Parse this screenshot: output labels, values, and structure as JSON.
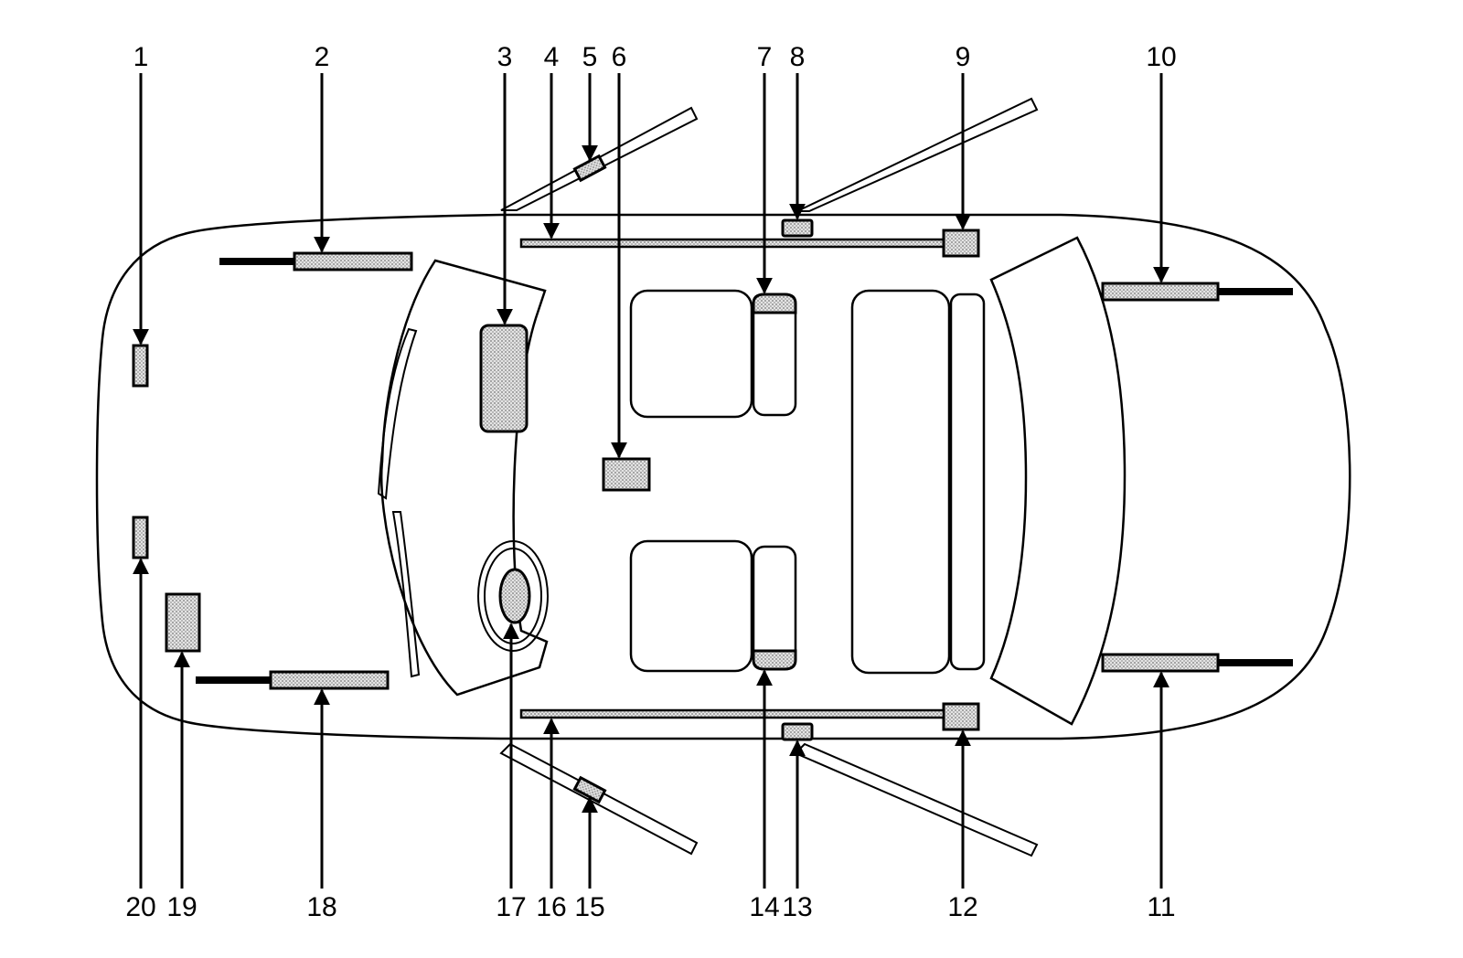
{
  "callouts_top": [
    "1",
    "2",
    "3",
    "4",
    "5",
    "6",
    "7",
    "8",
    "9",
    "10"
  ],
  "callouts_bottom": [
    "20",
    "19",
    "18",
    "17",
    "16",
    "15",
    "14",
    "13",
    "12",
    "11"
  ]
}
